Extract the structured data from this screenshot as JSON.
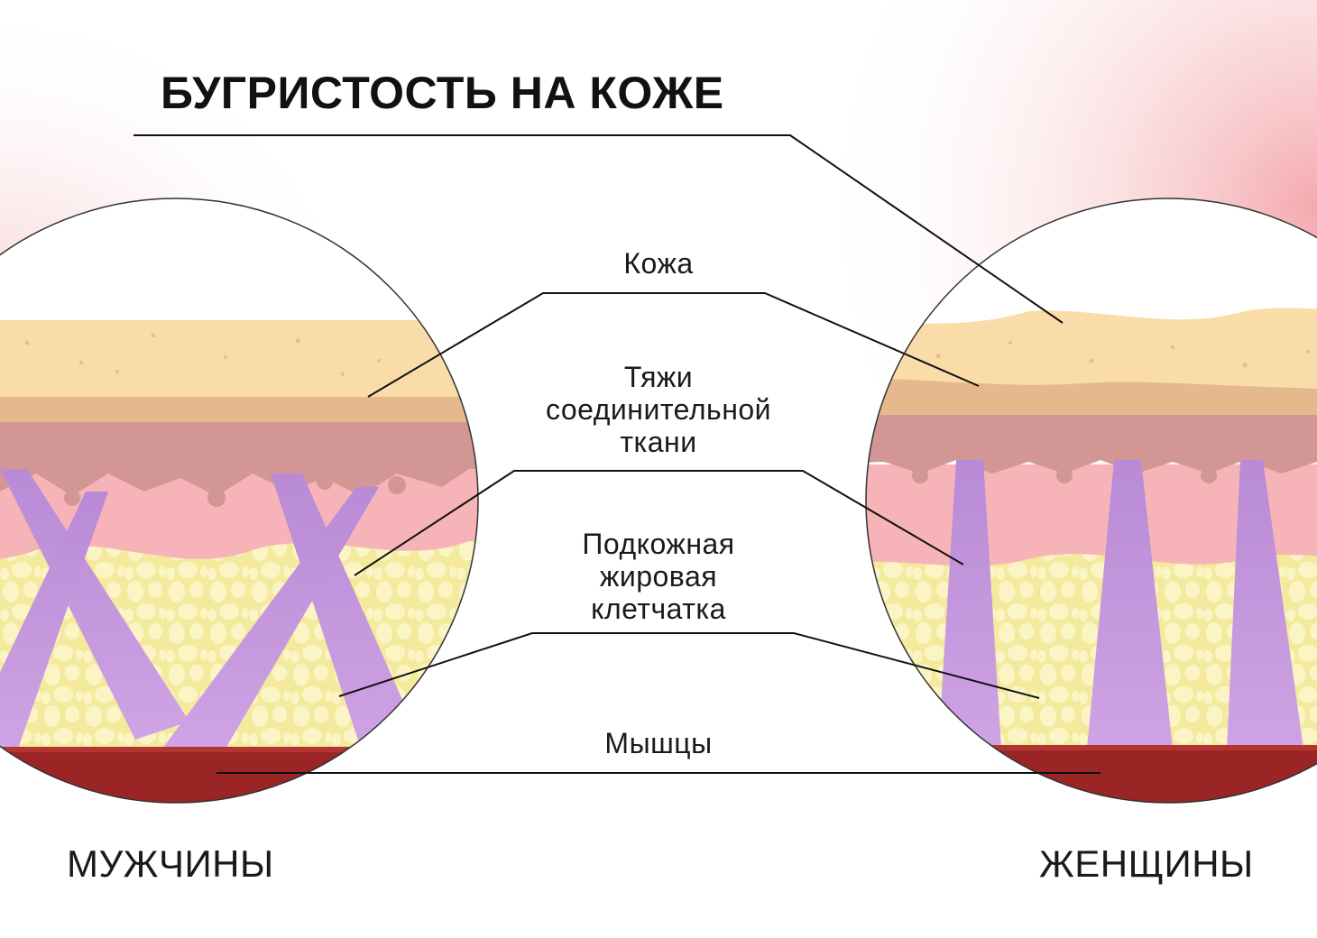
{
  "title": "БУГРИСТОСТЬ НА КОЖЕ",
  "labels": {
    "skin": "Кожа",
    "connective_tissue": [
      "Тяжи",
      "соединительной",
      "ткани"
    ],
    "subcutaneous_fat": [
      "Подкожная",
      "жировая",
      "клетчатка"
    ],
    "muscles": "Мышцы"
  },
  "captions": {
    "men": "МУЖЧИНЫ",
    "women": "ЖЕНЩИНЫ"
  },
  "colors": {
    "skin_top": "#fadca9",
    "skin_band": "#e6b98c",
    "dermis": "#d29694",
    "pink_layer": "#f6b4b8",
    "fat": "#f4ea9e",
    "fat_cell": "#fbf5c6",
    "septa": "#c796dc",
    "muscle": "#9a2524",
    "line": "#111111"
  }
}
